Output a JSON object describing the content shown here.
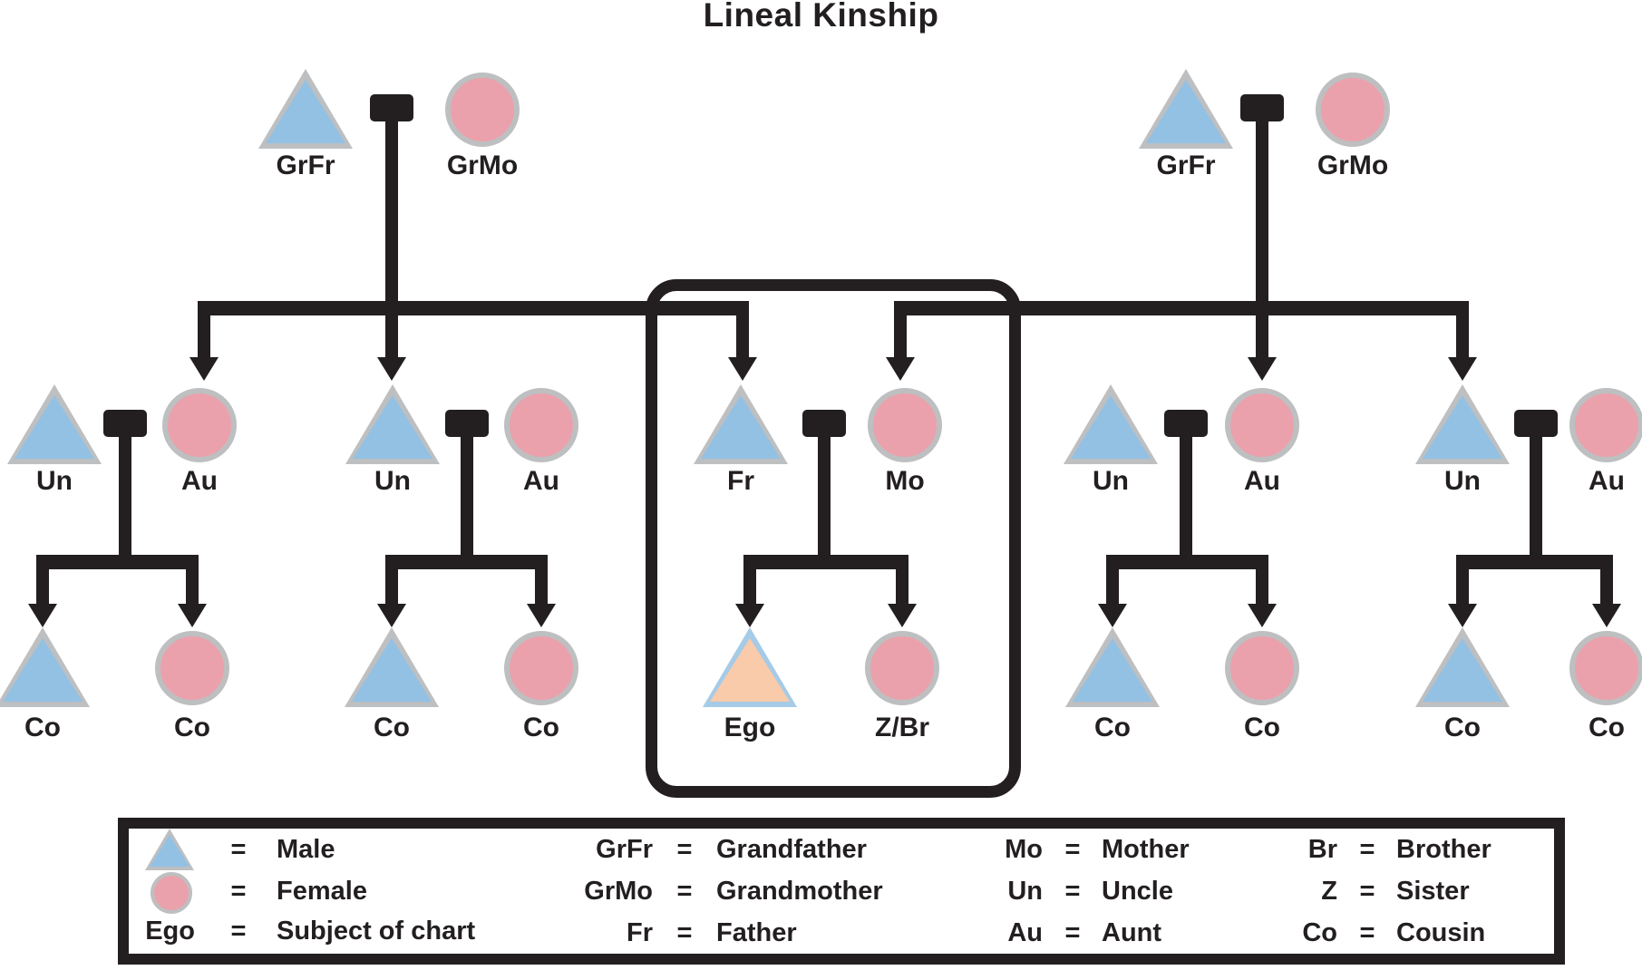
{
  "title": "Lineal Kinship",
  "colors": {
    "male_fill": "#93c1e4",
    "female_fill": "#eba1ab",
    "ego_fill": "#f9cbaa",
    "ego_border": "#a5cbe7",
    "shape_border": "#bdbfc1",
    "line": "#231f20"
  },
  "tree": {
    "grandparent_couples": [
      {
        "husband": "GrFr",
        "wife": "GrMo"
      },
      {
        "husband": "GrFr",
        "wife": "GrMo"
      }
    ],
    "parent_couples": [
      {
        "husband": "Un",
        "wife": "Au"
      },
      {
        "husband": "Un",
        "wife": "Au"
      },
      {
        "husband": "Fr",
        "wife": "Mo"
      },
      {
        "husband": "Un",
        "wife": "Au"
      },
      {
        "husband": "Un",
        "wife": "Au"
      }
    ],
    "child_pairs": [
      {
        "male": "Co",
        "female": "Co"
      },
      {
        "male": "Co",
        "female": "Co"
      },
      {
        "male": "Ego",
        "female": "Z/Br"
      },
      {
        "male": "Co",
        "female": "Co"
      },
      {
        "male": "Co",
        "female": "Co"
      }
    ]
  },
  "legend": {
    "equals_sign": "=",
    "columns": [
      {
        "rows": [
          {
            "symbol": "male-triangle",
            "term": "Male"
          },
          {
            "symbol": "female-circle",
            "term": "Female"
          },
          {
            "abbr": "Ego",
            "term": "Subject of chart"
          }
        ]
      },
      {
        "rows": [
          {
            "abbr": "GrFr",
            "term": "Grandfather"
          },
          {
            "abbr": "GrMo",
            "term": "Grandmother"
          },
          {
            "abbr": "Fr",
            "term": "Father"
          }
        ]
      },
      {
        "rows": [
          {
            "abbr": "Mo",
            "term": "Mother"
          },
          {
            "abbr": "Un",
            "term": "Uncle"
          },
          {
            "abbr": "Au",
            "term": "Aunt"
          }
        ]
      },
      {
        "rows": [
          {
            "abbr": "Br",
            "term": "Brother"
          },
          {
            "abbr": "Z",
            "term": "Sister"
          },
          {
            "abbr": "Co",
            "term": "Cousin"
          }
        ]
      }
    ]
  }
}
